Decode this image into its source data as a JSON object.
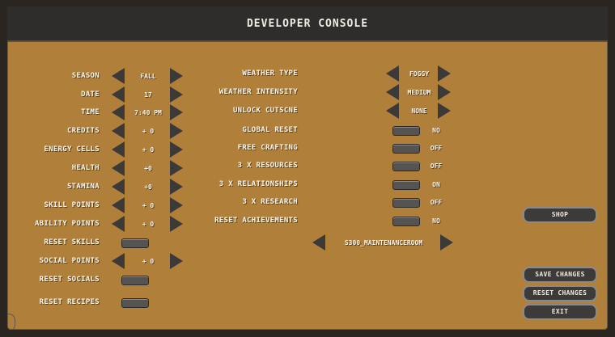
{
  "title": "DEVELOPER CONSOLE",
  "left": [
    {
      "label": "SEASON",
      "value": "FALL",
      "kind": "arrows"
    },
    {
      "label": "DATE",
      "value": "17",
      "kind": "arrows"
    },
    {
      "label": "TIME",
      "value": "7:40 PM",
      "kind": "arrows"
    },
    {
      "label": "CREDITS",
      "value": "+ 0",
      "kind": "arrows"
    },
    {
      "label": "ENERGY CELLS",
      "value": "+ 0",
      "kind": "arrows"
    },
    {
      "label": "HEALTH",
      "value": "+0",
      "kind": "arrows"
    },
    {
      "label": "STAMINA",
      "value": "+0",
      "kind": "arrows"
    },
    {
      "label": "SKILL POINTS",
      "value": "+ 0",
      "kind": "arrows"
    },
    {
      "label": "ABILITY POINTS",
      "value": "+ 0",
      "kind": "arrows"
    },
    {
      "label": "RESET SKILLS",
      "value": "",
      "kind": "toggle"
    },
    {
      "label": "SOCIAL POINTS",
      "value": "+ 0",
      "kind": "arrows"
    },
    {
      "label": "RESET SOCIALS",
      "value": "",
      "kind": "toggle"
    },
    {
      "label": "RESET RECIPES",
      "value": "",
      "kind": "toggle"
    }
  ],
  "middle": [
    {
      "label": "WEATHER TYPE",
      "value": "FOGGY",
      "kind": "arrows"
    },
    {
      "label": "WEATHER INTENSITY",
      "value": "MEDIUM",
      "kind": "arrows"
    },
    {
      "label": "UNLOCK CUTSCNE",
      "value": "NONE",
      "kind": "arrows"
    },
    {
      "label": "GLOBAL RESET",
      "value": "NO",
      "kind": "toggle"
    },
    {
      "label": "FREE CRAFTING",
      "value": "OFF",
      "kind": "toggle"
    },
    {
      "label": "3 X RESOURCES",
      "value": "OFF",
      "kind": "toggle"
    },
    {
      "label": "3 X RELATIONSHIPS",
      "value": "ON",
      "kind": "toggle"
    },
    {
      "label": "3 X RESEARCH",
      "value": "OFF",
      "kind": "toggle"
    },
    {
      "label": "RESET ACHIEVEMENTS",
      "value": "NO",
      "kind": "toggle"
    }
  ],
  "room": {
    "value": "S300_MAINTENANCEROOM"
  },
  "buttons": {
    "shop": "SHOP",
    "save": "SAVE CHANGES",
    "reset": "RESET CHANGES",
    "exit": "EXIT"
  }
}
